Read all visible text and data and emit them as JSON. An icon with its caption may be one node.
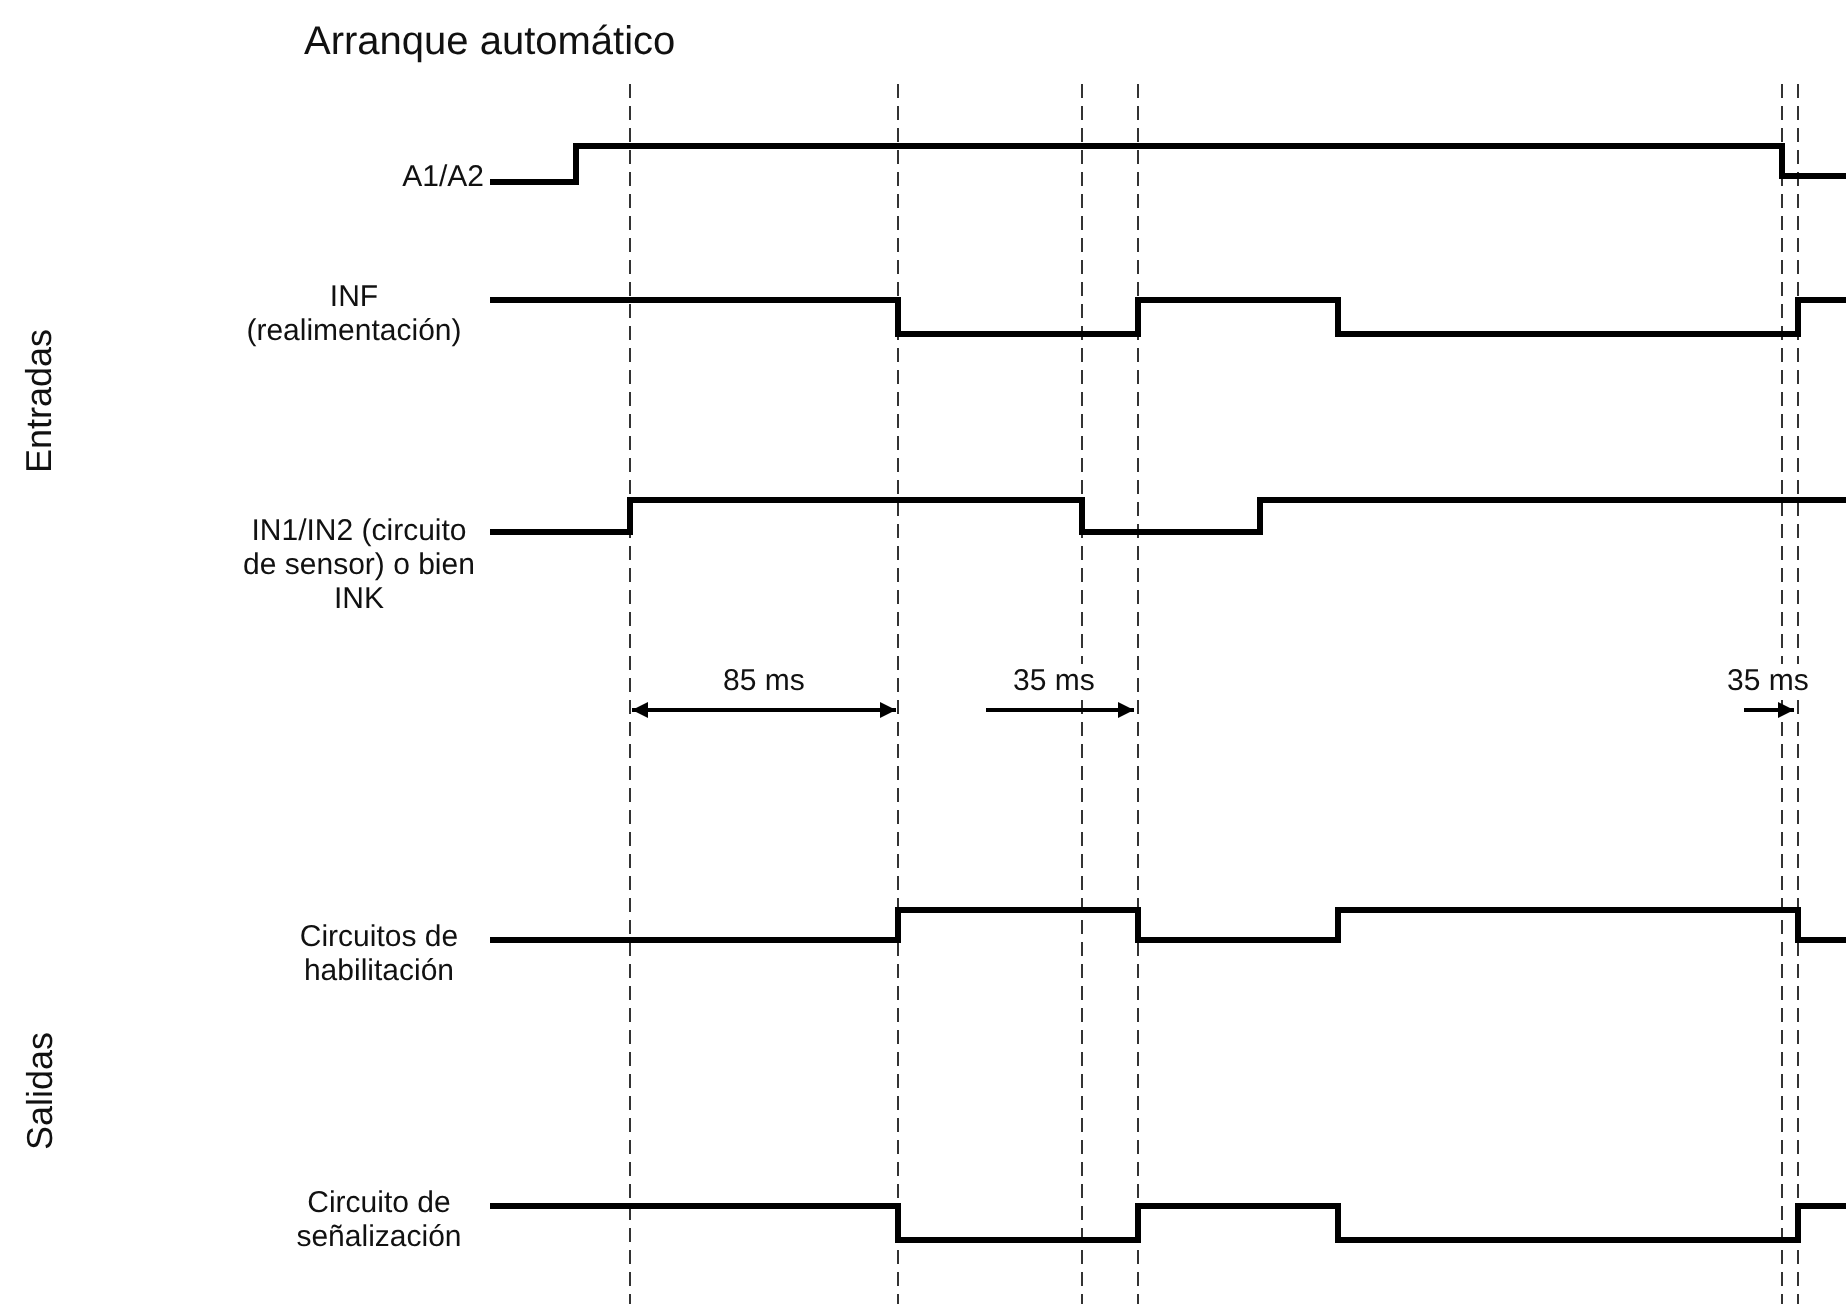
{
  "diagram": {
    "title": "Arranque automático",
    "labels": [
      "Entradas",
      "A1/A2",
      "INF (realimentación)",
      "IN1/IN2 (circuito de sensor) o bien INK",
      "85 ms",
      "35 ms",
      "35 ms",
      "Salidas",
      "Circuitos de habilitación",
      "Circuito de señalización"
    ]
  }
}
